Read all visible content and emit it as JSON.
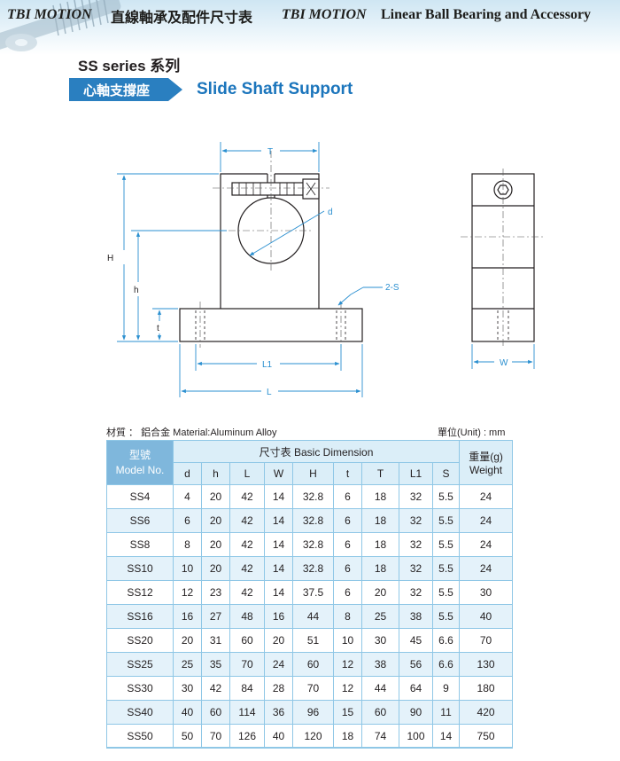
{
  "header": {
    "brand1": "TBI MOTION",
    "brand1_zh": "直線軸承及配件尺寸表",
    "brand2": "TBI MOTION",
    "brand2_desc": "Linear Ball Bearing and Accessory"
  },
  "series": "SS series 系列",
  "title_zh": "心軸支撐座",
  "title_en": "Slide Shaft Support",
  "drawing": {
    "labels": {
      "T": "T",
      "d": "d",
      "H": "H",
      "h": "h",
      "t": "t",
      "S": "2-S",
      "L1": "L1",
      "L": "L",
      "W": "W"
    }
  },
  "material": "材質 ： 鋁合金 Material:Aluminum Alloy",
  "unit": "單位(Unit) : mm",
  "table": {
    "model_zh": "型號",
    "model_en": "Model No.",
    "dim_header": "尺寸表 Basic Dimension",
    "weight_zh": "重量(g)",
    "weight_en": "Weight",
    "columns": [
      "d",
      "h",
      "L",
      "W",
      "H",
      "t",
      "T",
      "L1",
      "S"
    ],
    "rows": [
      [
        "SS4",
        "4",
        "20",
        "42",
        "14",
        "32.8",
        "6",
        "18",
        "32",
        "5.5",
        "24"
      ],
      [
        "SS6",
        "6",
        "20",
        "42",
        "14",
        "32.8",
        "6",
        "18",
        "32",
        "5.5",
        "24"
      ],
      [
        "SS8",
        "8",
        "20",
        "42",
        "14",
        "32.8",
        "6",
        "18",
        "32",
        "5.5",
        "24"
      ],
      [
        "SS10",
        "10",
        "20",
        "42",
        "14",
        "32.8",
        "6",
        "18",
        "32",
        "5.5",
        "24"
      ],
      [
        "SS12",
        "12",
        "23",
        "42",
        "14",
        "37.5",
        "6",
        "20",
        "32",
        "5.5",
        "30"
      ],
      [
        "SS16",
        "16",
        "27",
        "48",
        "16",
        "44",
        "8",
        "25",
        "38",
        "5.5",
        "40"
      ],
      [
        "SS20",
        "20",
        "31",
        "60",
        "20",
        "51",
        "10",
        "30",
        "45",
        "6.6",
        "70"
      ],
      [
        "SS25",
        "25",
        "35",
        "70",
        "24",
        "60",
        "12",
        "38",
        "56",
        "6.6",
        "130"
      ],
      [
        "SS30",
        "30",
        "42",
        "84",
        "28",
        "70",
        "12",
        "44",
        "64",
        "9",
        "180"
      ],
      [
        "SS40",
        "40",
        "60",
        "114",
        "36",
        "96",
        "15",
        "60",
        "90",
        "11",
        "420"
      ],
      [
        "SS50",
        "50",
        "70",
        "126",
        "40",
        "120",
        "18",
        "74",
        "100",
        "14",
        "750"
      ]
    ]
  }
}
